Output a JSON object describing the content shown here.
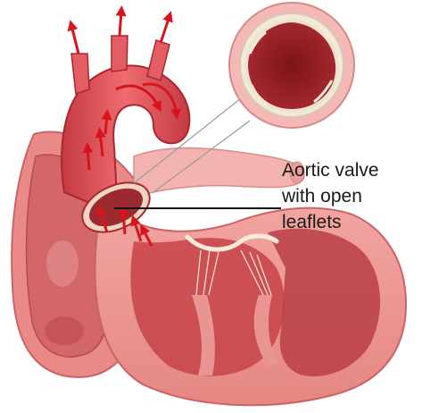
{
  "label": {
    "line1": "Aortic valve",
    "line2": "with open",
    "line3": "leaflets"
  },
  "colors": {
    "artery": "#e0555c",
    "artery_dark": "#b8323a",
    "muscle": "#ef9a98",
    "muscle_dark": "#d86a6d",
    "chamber": "#c8474d",
    "valve_tissue": "#f3e9d8",
    "flow_arrow": "#d8141c",
    "callout_line": "#111111"
  },
  "icons": [
    "blood-flow-arrow-icon"
  ]
}
